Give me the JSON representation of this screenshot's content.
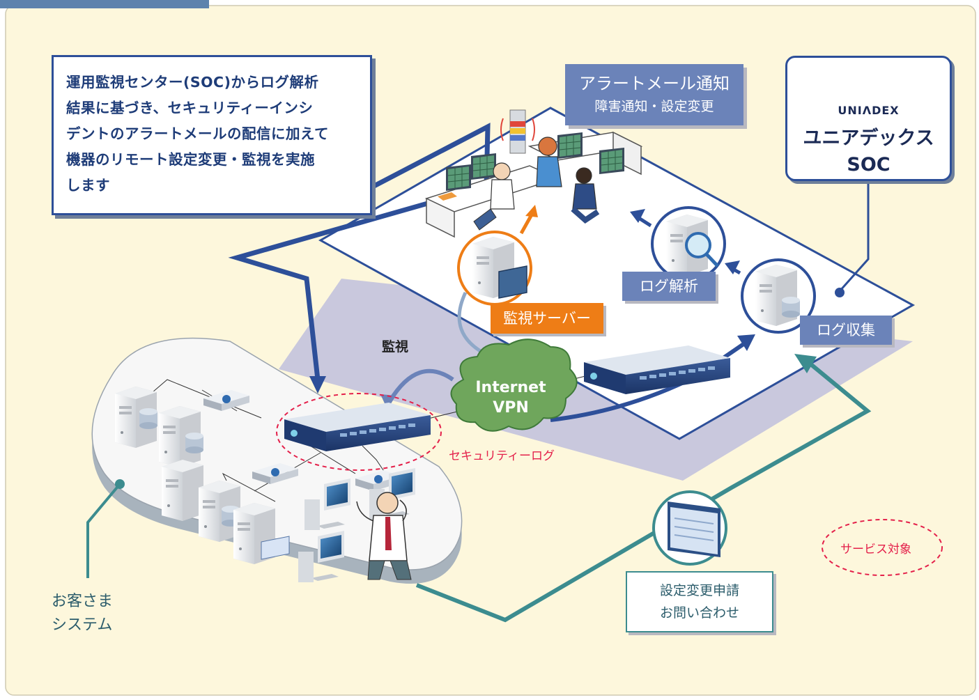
{
  "info_lines": [
    "運用監視センター(SOC)からログ解析",
    "結果に基づき、セキュリティーインシ",
    "デントのアラートメールの配信に加えて",
    "機器のリモート設定変更・監視を実施",
    "します"
  ],
  "alert": {
    "title": "アラートメール通知",
    "subtitle": "障害通知・設定変更"
  },
  "soc": {
    "logo_text": "UNIΛDEX",
    "name": "ユニアデックス",
    "sub": "SOC"
  },
  "tags": {
    "monitor_server": "監視サーバー",
    "log_analysis": "ログ解析",
    "log_collect": "ログ収集",
    "monitor": "監視",
    "internet": "Internet",
    "vpn": "VPN",
    "security_log": "セキュリティーログ",
    "service_target": "サービス対象",
    "customer_line1": "お客さま",
    "customer_line2": "システム"
  },
  "request": {
    "line1": "設定変更申請",
    "line2": "お問い合わせ"
  },
  "colors": {
    "background": "#fdf7dc",
    "navy": "#2d4f99",
    "label_blue": "#6b83b9",
    "orange": "#ee7d16",
    "teal": "#3c8c8f",
    "red_dash": "#e4204a",
    "cloud_green": "#6fa65c"
  }
}
